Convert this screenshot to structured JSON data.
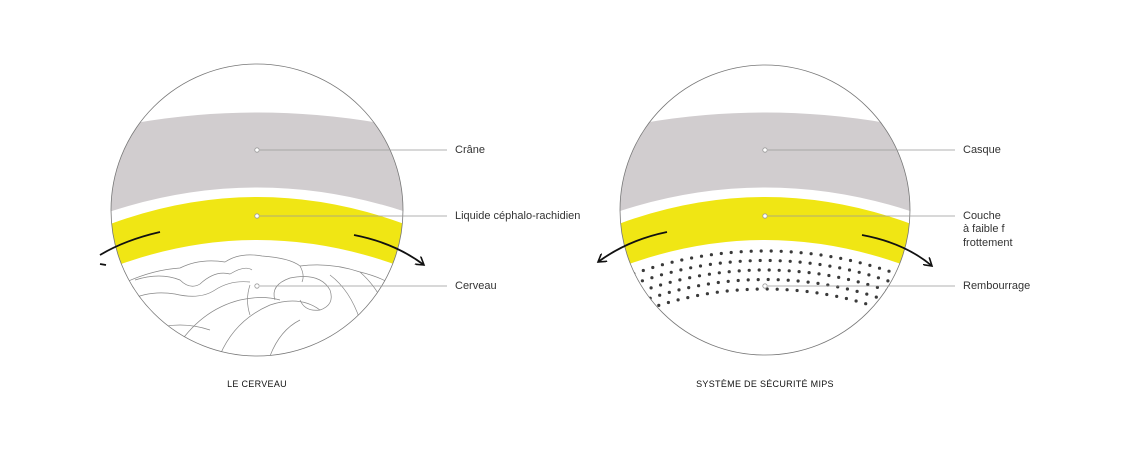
{
  "colors": {
    "bone": "#d1cdcf",
    "fluid": "#f0e614",
    "outline": "#777777",
    "text": "#333333",
    "dots": "#3a3a3a"
  },
  "left": {
    "caption": "LE CERVEAU",
    "labels": [
      "Crâne",
      "Liquide céphalo-rachidien",
      "Cerveau"
    ]
  },
  "right": {
    "caption": "SYSTÈME DE SÉCURITÉ MIPS",
    "labels": [
      "Casque",
      "Couche",
      "à faible f",
      "frottement",
      "Rembourrage"
    ]
  }
}
